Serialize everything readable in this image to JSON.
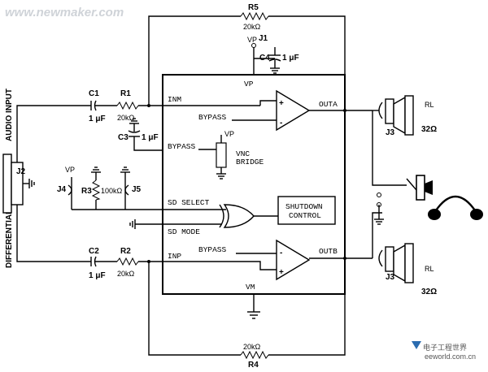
{
  "watermark": "www.newmaker.com",
  "labels": {
    "audio_input": "AUDIO INPUT",
    "differential": "DIFFERENTIAL",
    "j2": "J2",
    "j4": "J4",
    "j5": "J5",
    "r3": "R3",
    "r3_val": "100kΩ",
    "vp_small_1": "VP",
    "vp_small_2": "VP",
    "vp_small_3": "VP",
    "c1": "C1",
    "c1_val": "1 μF",
    "r1": "R1",
    "r1_val": "20kΩ",
    "c2": "C2",
    "c2_val": "1 μF",
    "r2": "R2",
    "r2_val": "20kΩ",
    "c3": "C3",
    "c3_val": "1 μF",
    "r5": "R5",
    "r5_val": "20kΩ",
    "r4": "R4",
    "r4_val": "20kΩ",
    "j1": "J1",
    "c4": "C4",
    "c4_val": "1 μF",
    "vp": "VP",
    "vm": "VM",
    "inm": "INM",
    "inp": "INP",
    "bypass_top": "BYPASS",
    "bypass_left": "BYPASS",
    "bypass_bottom": "BYPASS",
    "vnc_line1": "VNC",
    "vnc_line2": "BRIDGE",
    "sd_select": "SD SELECT",
    "sd_mode": "SD MODE",
    "shutdown_line1": "SHUTDOWN",
    "shutdown_line2": "CONTROL",
    "outa": "OUTA",
    "outb": "OUTB",
    "j3_top": "J3",
    "j3_bottom": "J3",
    "rl_top": "RL",
    "rl_top_val": "32Ω",
    "rl_bottom": "RL",
    "rl_bottom_val": "32Ω",
    "logo_text": "电子工程世界",
    "logo_url": "eeworld.com.cn"
  }
}
